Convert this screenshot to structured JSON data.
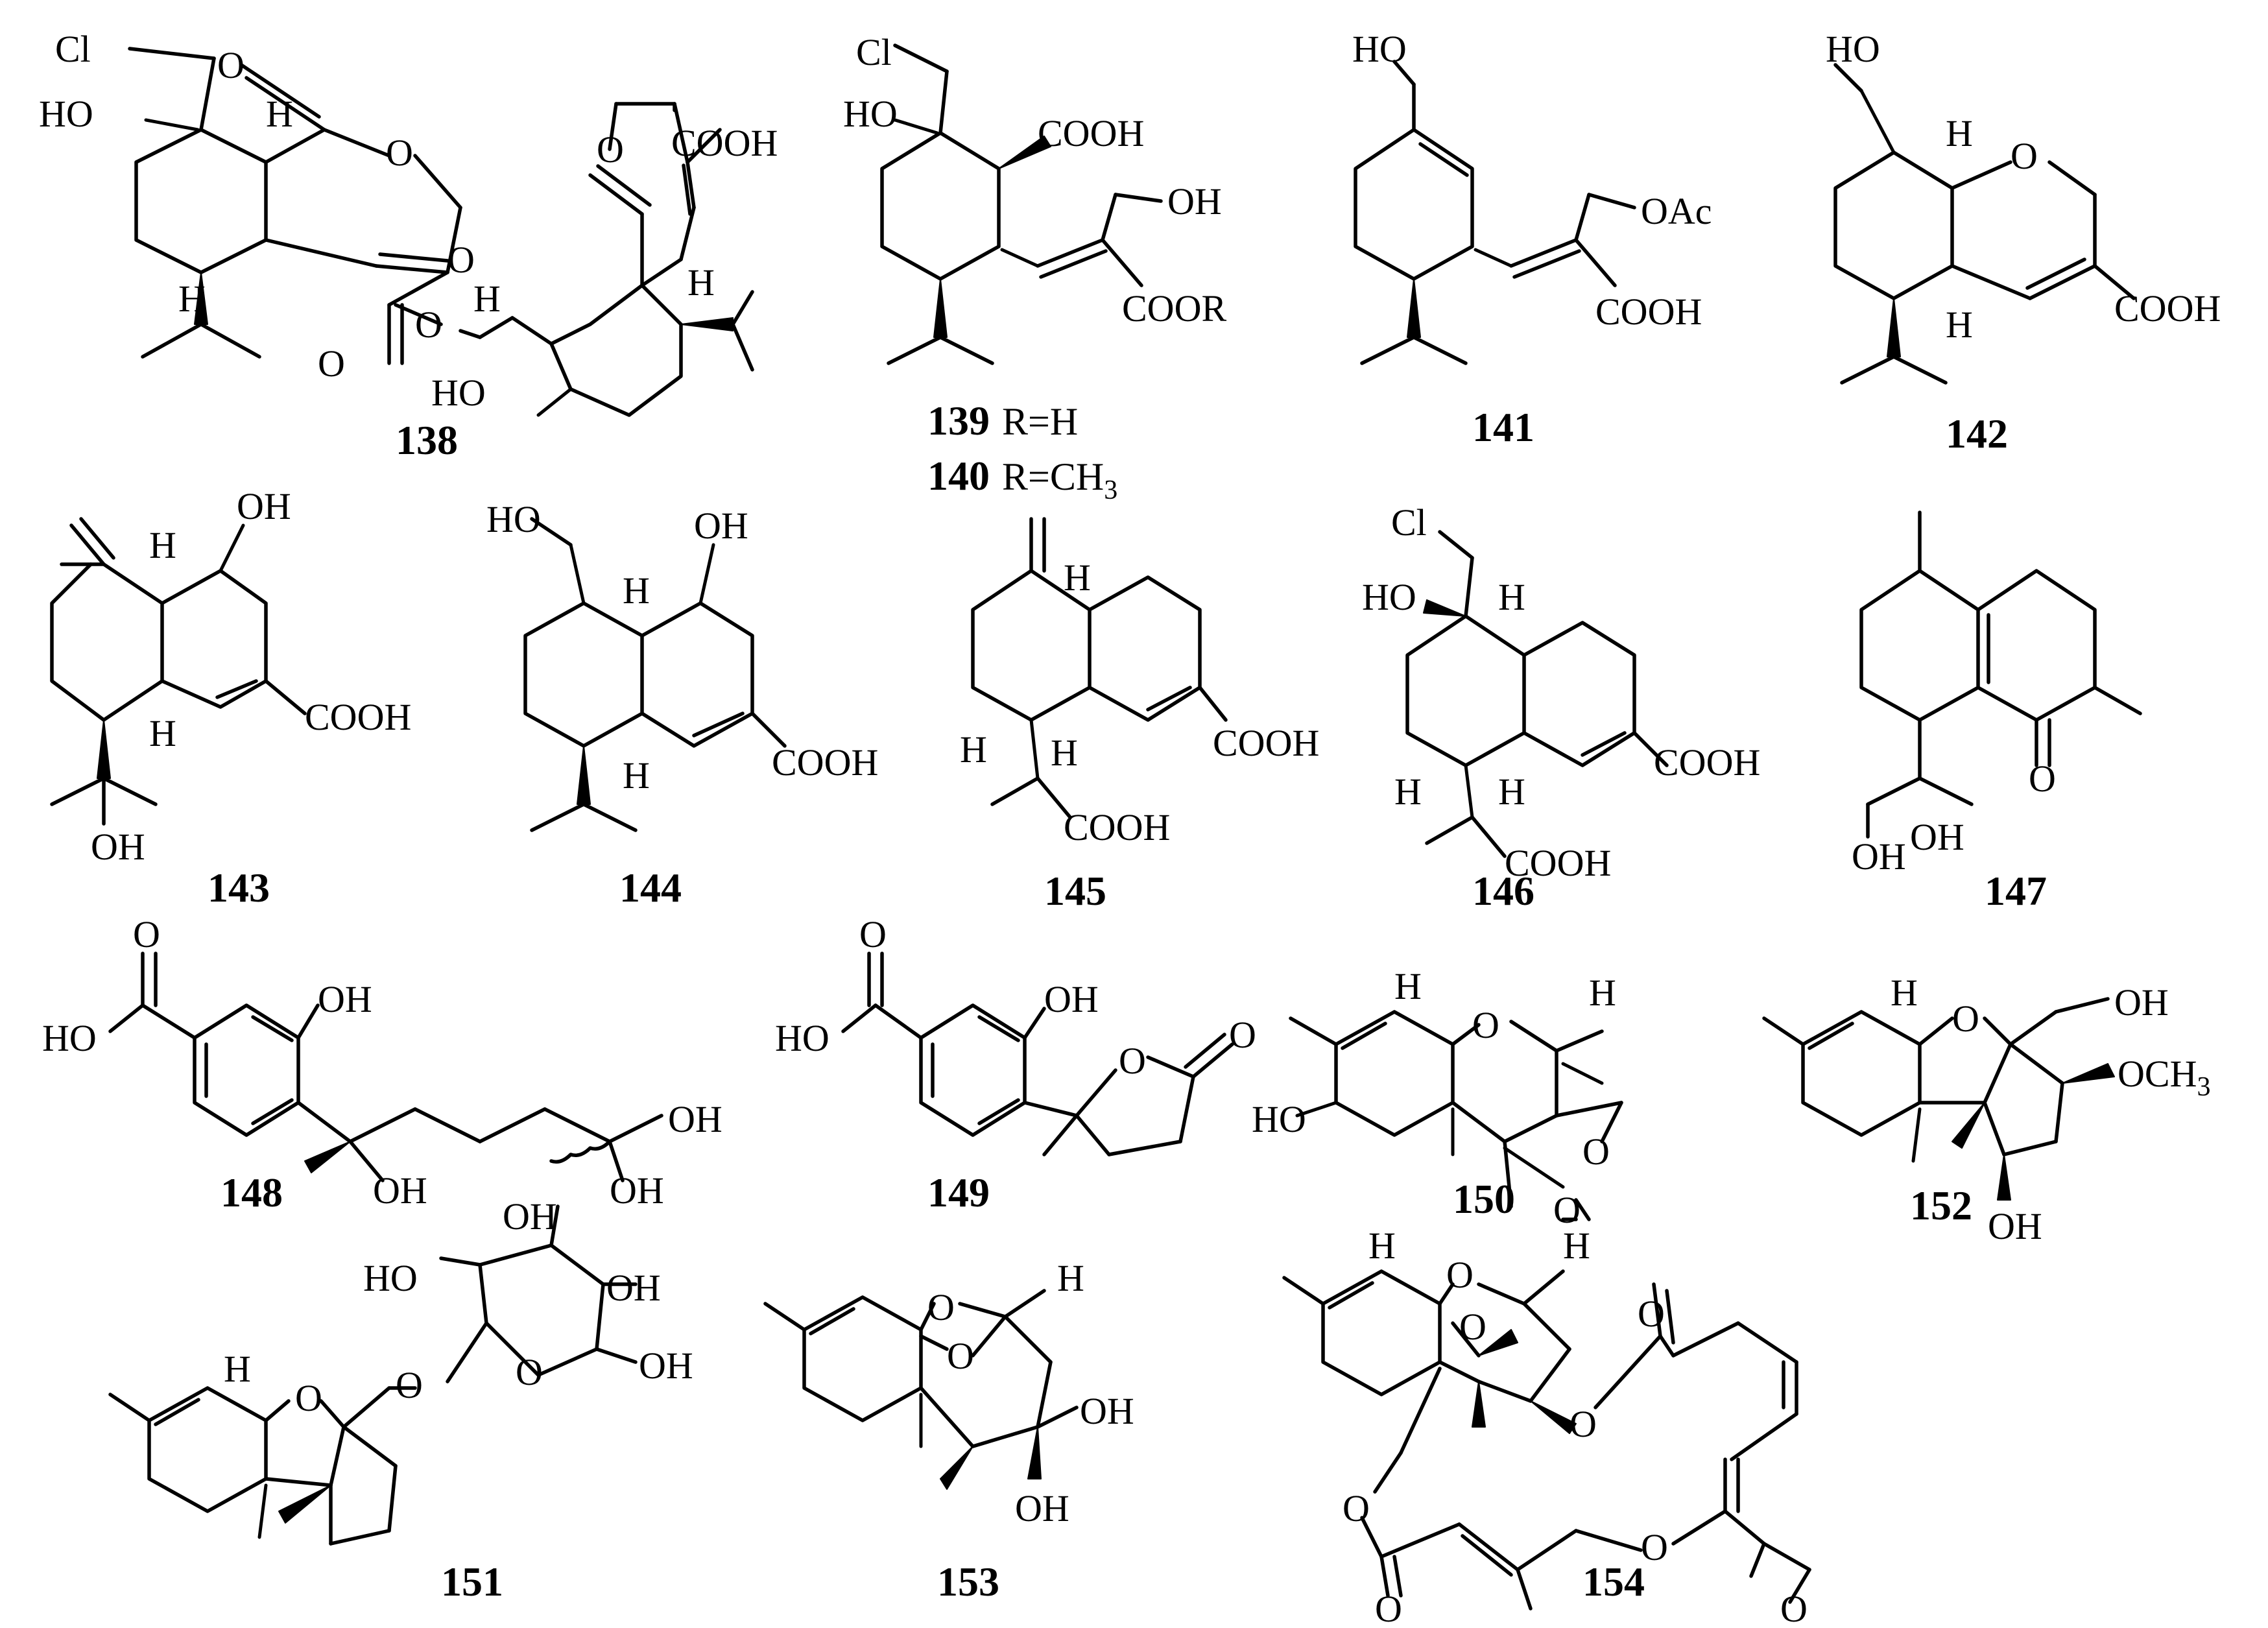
{
  "compounds": [
    {
      "number": "138",
      "atoms": [
        "Cl",
        "HO",
        "H",
        "O",
        "O",
        "H",
        "O",
        "O",
        "COOH",
        "O",
        "H",
        "O",
        "H",
        "HO"
      ]
    },
    {
      "number": "139",
      "suffix": "R=H",
      "atoms": [
        "Cl",
        "HO",
        "COOH",
        "OH",
        "COOR"
      ]
    },
    {
      "number": "140",
      "suffix": "R=CH",
      "subscript": "3"
    },
    {
      "number": "141",
      "atoms": [
        "HO",
        "OAc",
        "COOH"
      ]
    },
    {
      "number": "142",
      "atoms": [
        "HO",
        "H",
        "O",
        "H",
        "COOH"
      ]
    },
    {
      "number": "143",
      "atoms": [
        "H",
        "OH",
        "H",
        "COOH",
        "OH"
      ]
    },
    {
      "number": "144",
      "atoms": [
        "HO",
        "H",
        "OH",
        "H",
        "COOH"
      ]
    },
    {
      "number": "145",
      "atoms": [
        "H",
        "H",
        "H",
        "COOH",
        "COOH"
      ]
    },
    {
      "number": "146",
      "atoms": [
        "Cl",
        "HO",
        "H",
        "H",
        "H",
        "COOH",
        "COOH"
      ]
    },
    {
      "number": "147",
      "atoms": [
        "O",
        "OH",
        "OH"
      ]
    },
    {
      "number": "148",
      "atoms": [
        "O",
        "HO",
        "OH",
        "OH",
        "OH",
        "OH"
      ]
    },
    {
      "number": "149",
      "atoms": [
        "O",
        "HO",
        "OH",
        "O",
        "O"
      ]
    },
    {
      "number": "150",
      "atoms": [
        "H",
        "O",
        "H",
        "HO",
        "O",
        "O"
      ]
    },
    {
      "number": "152",
      "atoms": [
        "H",
        "O",
        "OH",
        "OCH",
        "OH"
      ]
    },
    {
      "number": "151",
      "atoms": [
        "OH",
        "HO",
        "OH",
        "H",
        "O",
        "O",
        "O",
        "OH"
      ]
    },
    {
      "number": "153",
      "atoms": [
        "O",
        "H",
        "O",
        "OH",
        "OH"
      ]
    },
    {
      "number": "154",
      "atoms": [
        "H",
        "O",
        "H",
        "O",
        "O",
        "O",
        "O",
        "O",
        "O",
        "O"
      ]
    }
  ],
  "labels": {
    "ch3_sub": "3"
  }
}
